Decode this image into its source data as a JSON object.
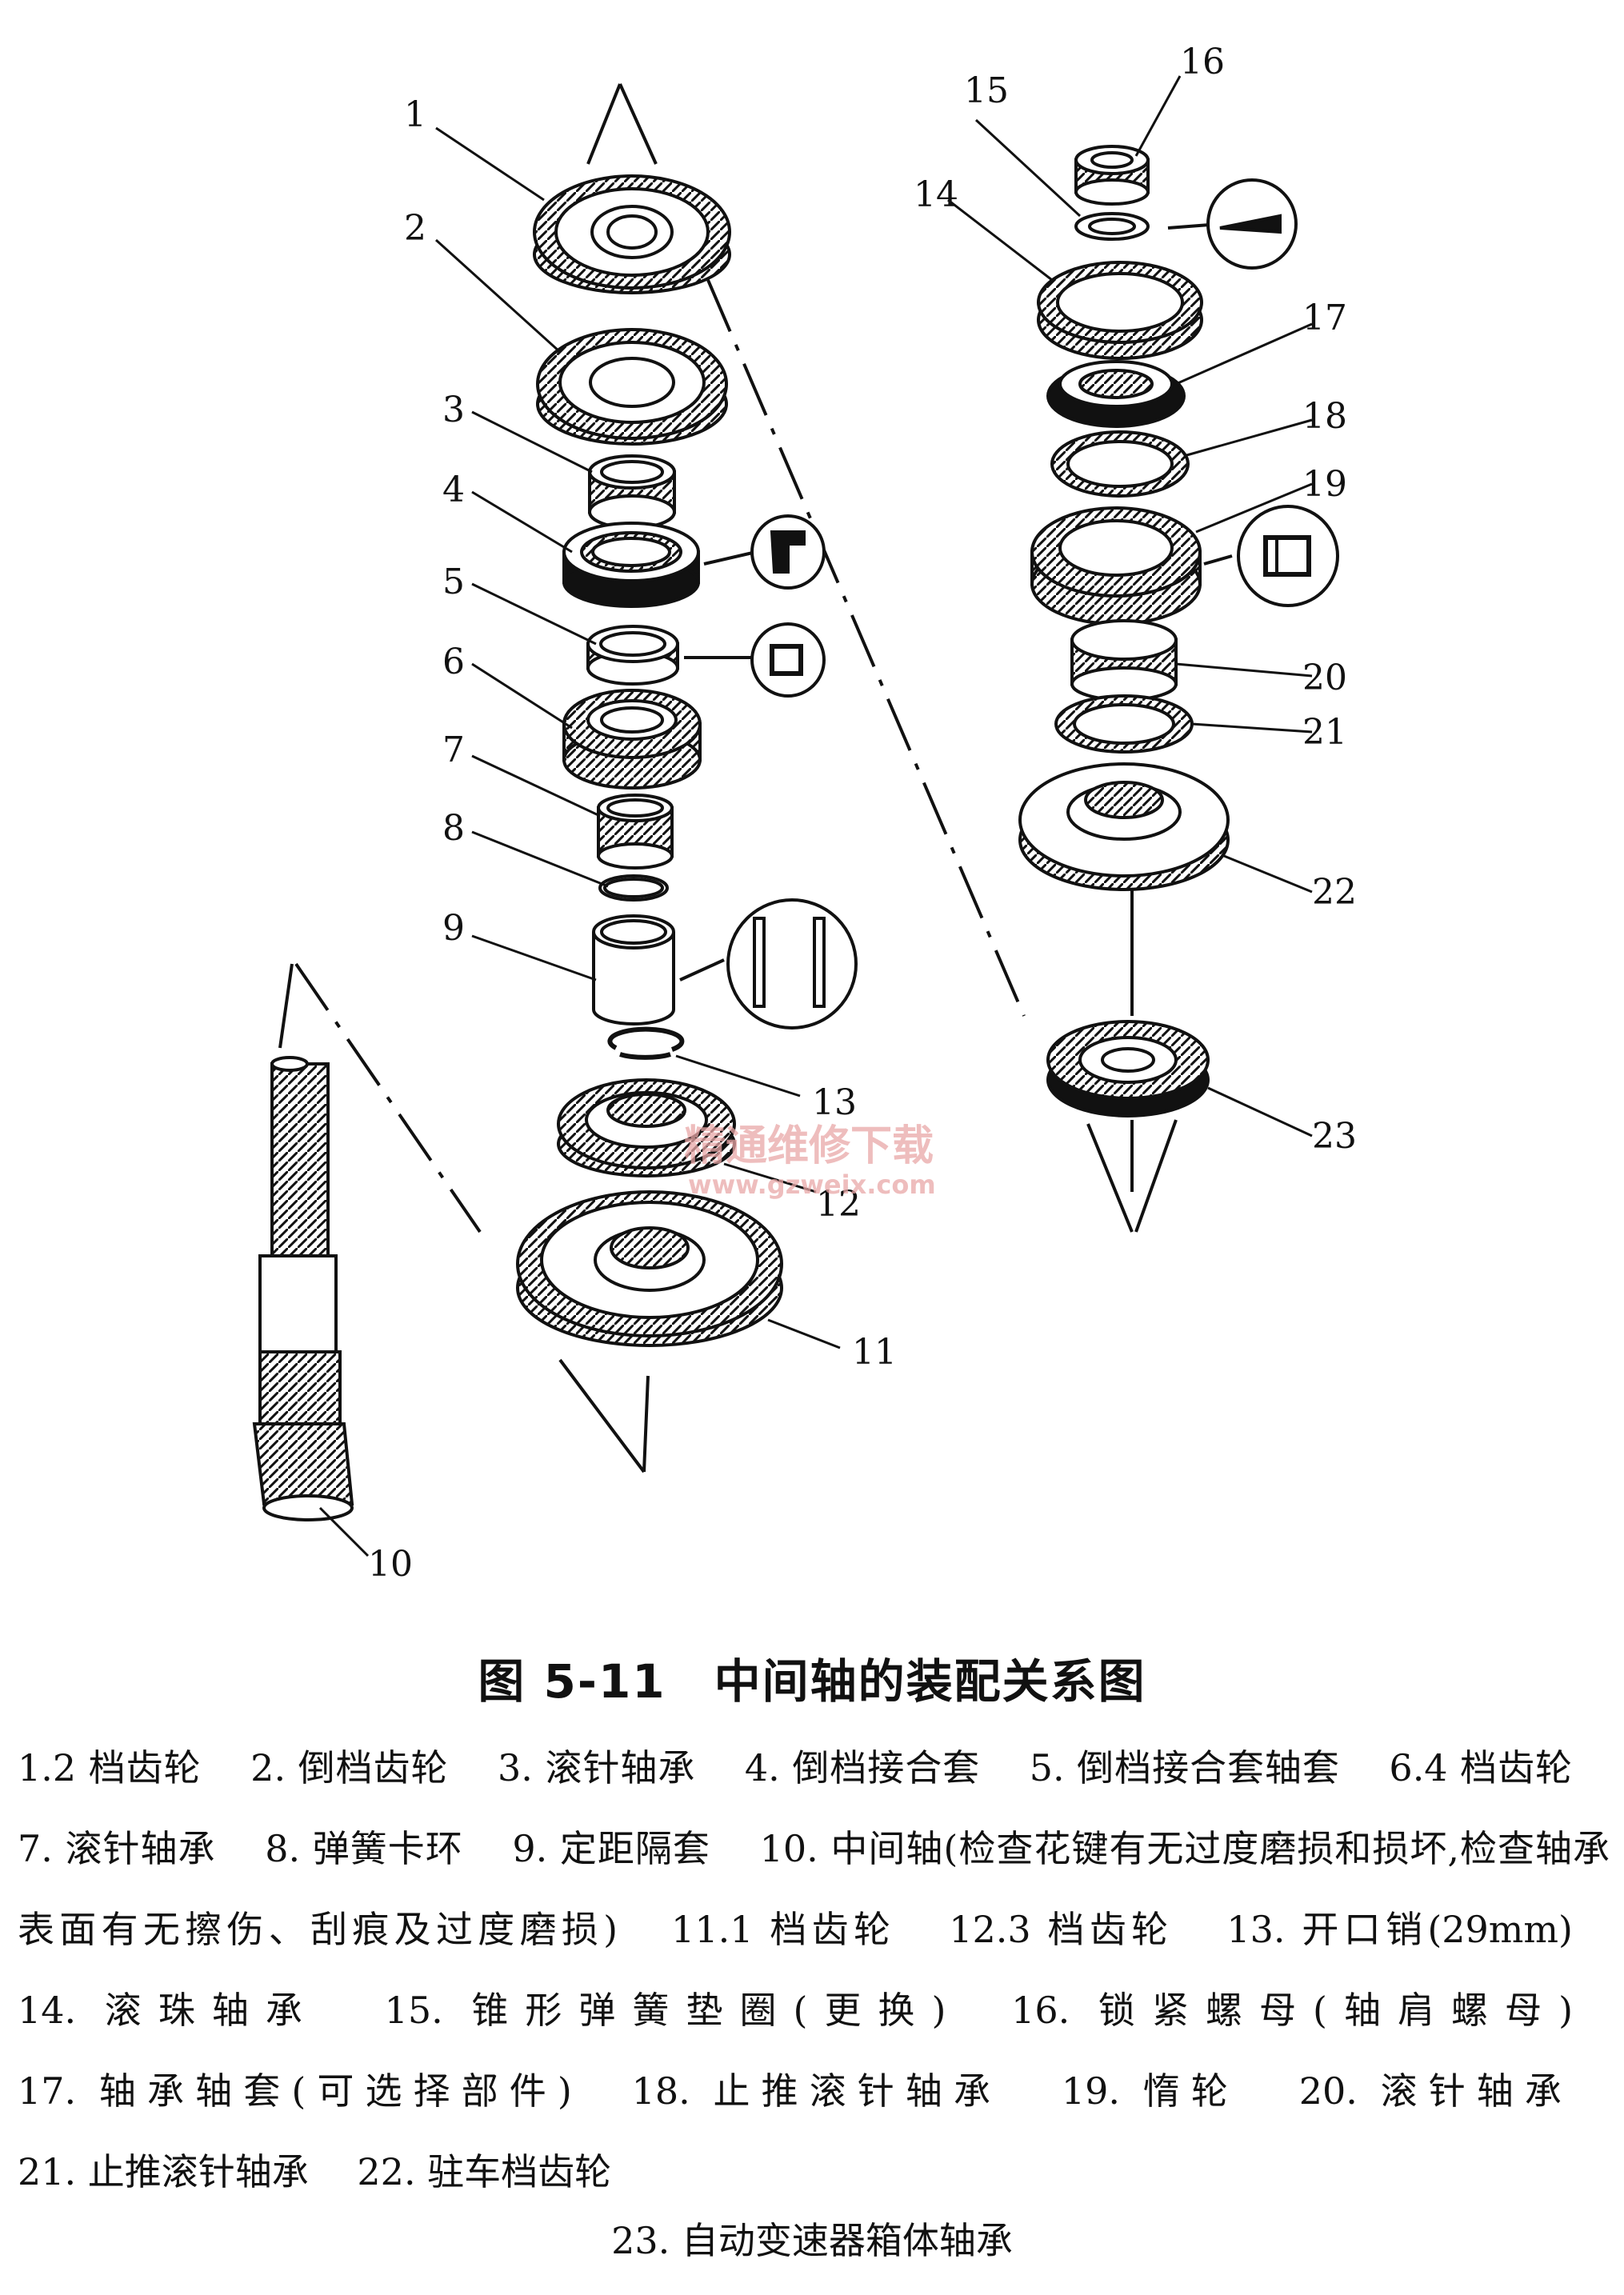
{
  "figure": {
    "title": "图 5-11　中间轴的装配关系图",
    "callouts": [
      "1",
      "2",
      "3",
      "4",
      "5",
      "6",
      "7",
      "8",
      "9",
      "10",
      "11",
      "12",
      "13",
      "14",
      "15",
      "16",
      "17",
      "18",
      "19",
      "20",
      "21",
      "22",
      "23"
    ]
  },
  "legend": {
    "items": [
      "1.2 档齿轮",
      "2. 倒档齿轮",
      "3. 滚针轴承",
      "4. 倒档接合套",
      "5. 倒档接合套轴套",
      "6.4 档齿轮",
      "7. 滚针轴承",
      "8. 弹簧卡环",
      "9. 定距隔套",
      "10. 中间轴(检查花键有无过度磨损和损坏,检查轴承表面有无擦伤、刮痕及过度磨损)",
      "11.1 档齿轮",
      "12.3 档齿轮",
      "13. 开口销(29mm)",
      "14. 滚珠轴承",
      "15. 锥形弹簧垫圈(更换)",
      "16. 锁紧螺母(轴肩螺母)",
      "17. 轴承轴套(可选择部件)",
      "18. 止推滚针轴承",
      "19. 惰轮",
      "20. 滚针轴承",
      "21. 止推滚针轴承",
      "22. 驻车档齿轮",
      "23. 自动变速器箱体轴承"
    ]
  },
  "watermark": {
    "name": "精通维修下载",
    "url": "www.gzweix.com"
  }
}
